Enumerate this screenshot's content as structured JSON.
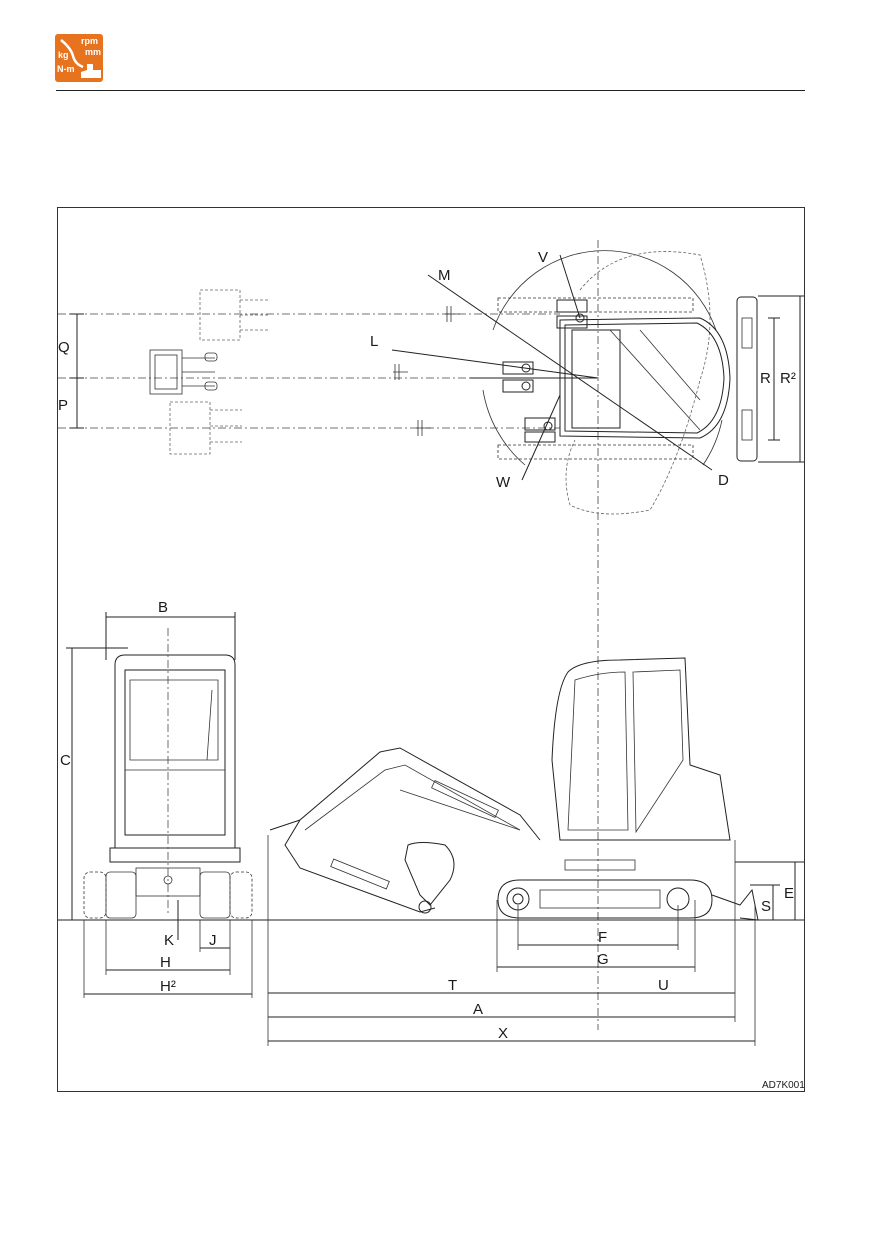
{
  "colors": {
    "logo_orange": "#e8731f",
    "line": "#222222"
  },
  "logo": {
    "icon": "rpm-kg-mm-nm-excavator-icon",
    "text_rpm": "rpm",
    "text_mm": "mm",
    "text_kg": "kg",
    "text_nm": "N-m"
  },
  "figure": {
    "id": "AD7K001",
    "labels": {
      "A": "A",
      "B": "B",
      "C": "C",
      "D": "D",
      "E": "E",
      "F": "F",
      "G": "G",
      "H": "H",
      "H2": "H²",
      "J": "J",
      "K": "K",
      "L": "L",
      "M": "M",
      "P": "P",
      "Q": "Q",
      "R": "R",
      "R2": "R²",
      "S": "S",
      "T": "T",
      "U": "U",
      "V": "V",
      "W": "W",
      "X": "X"
    }
  }
}
